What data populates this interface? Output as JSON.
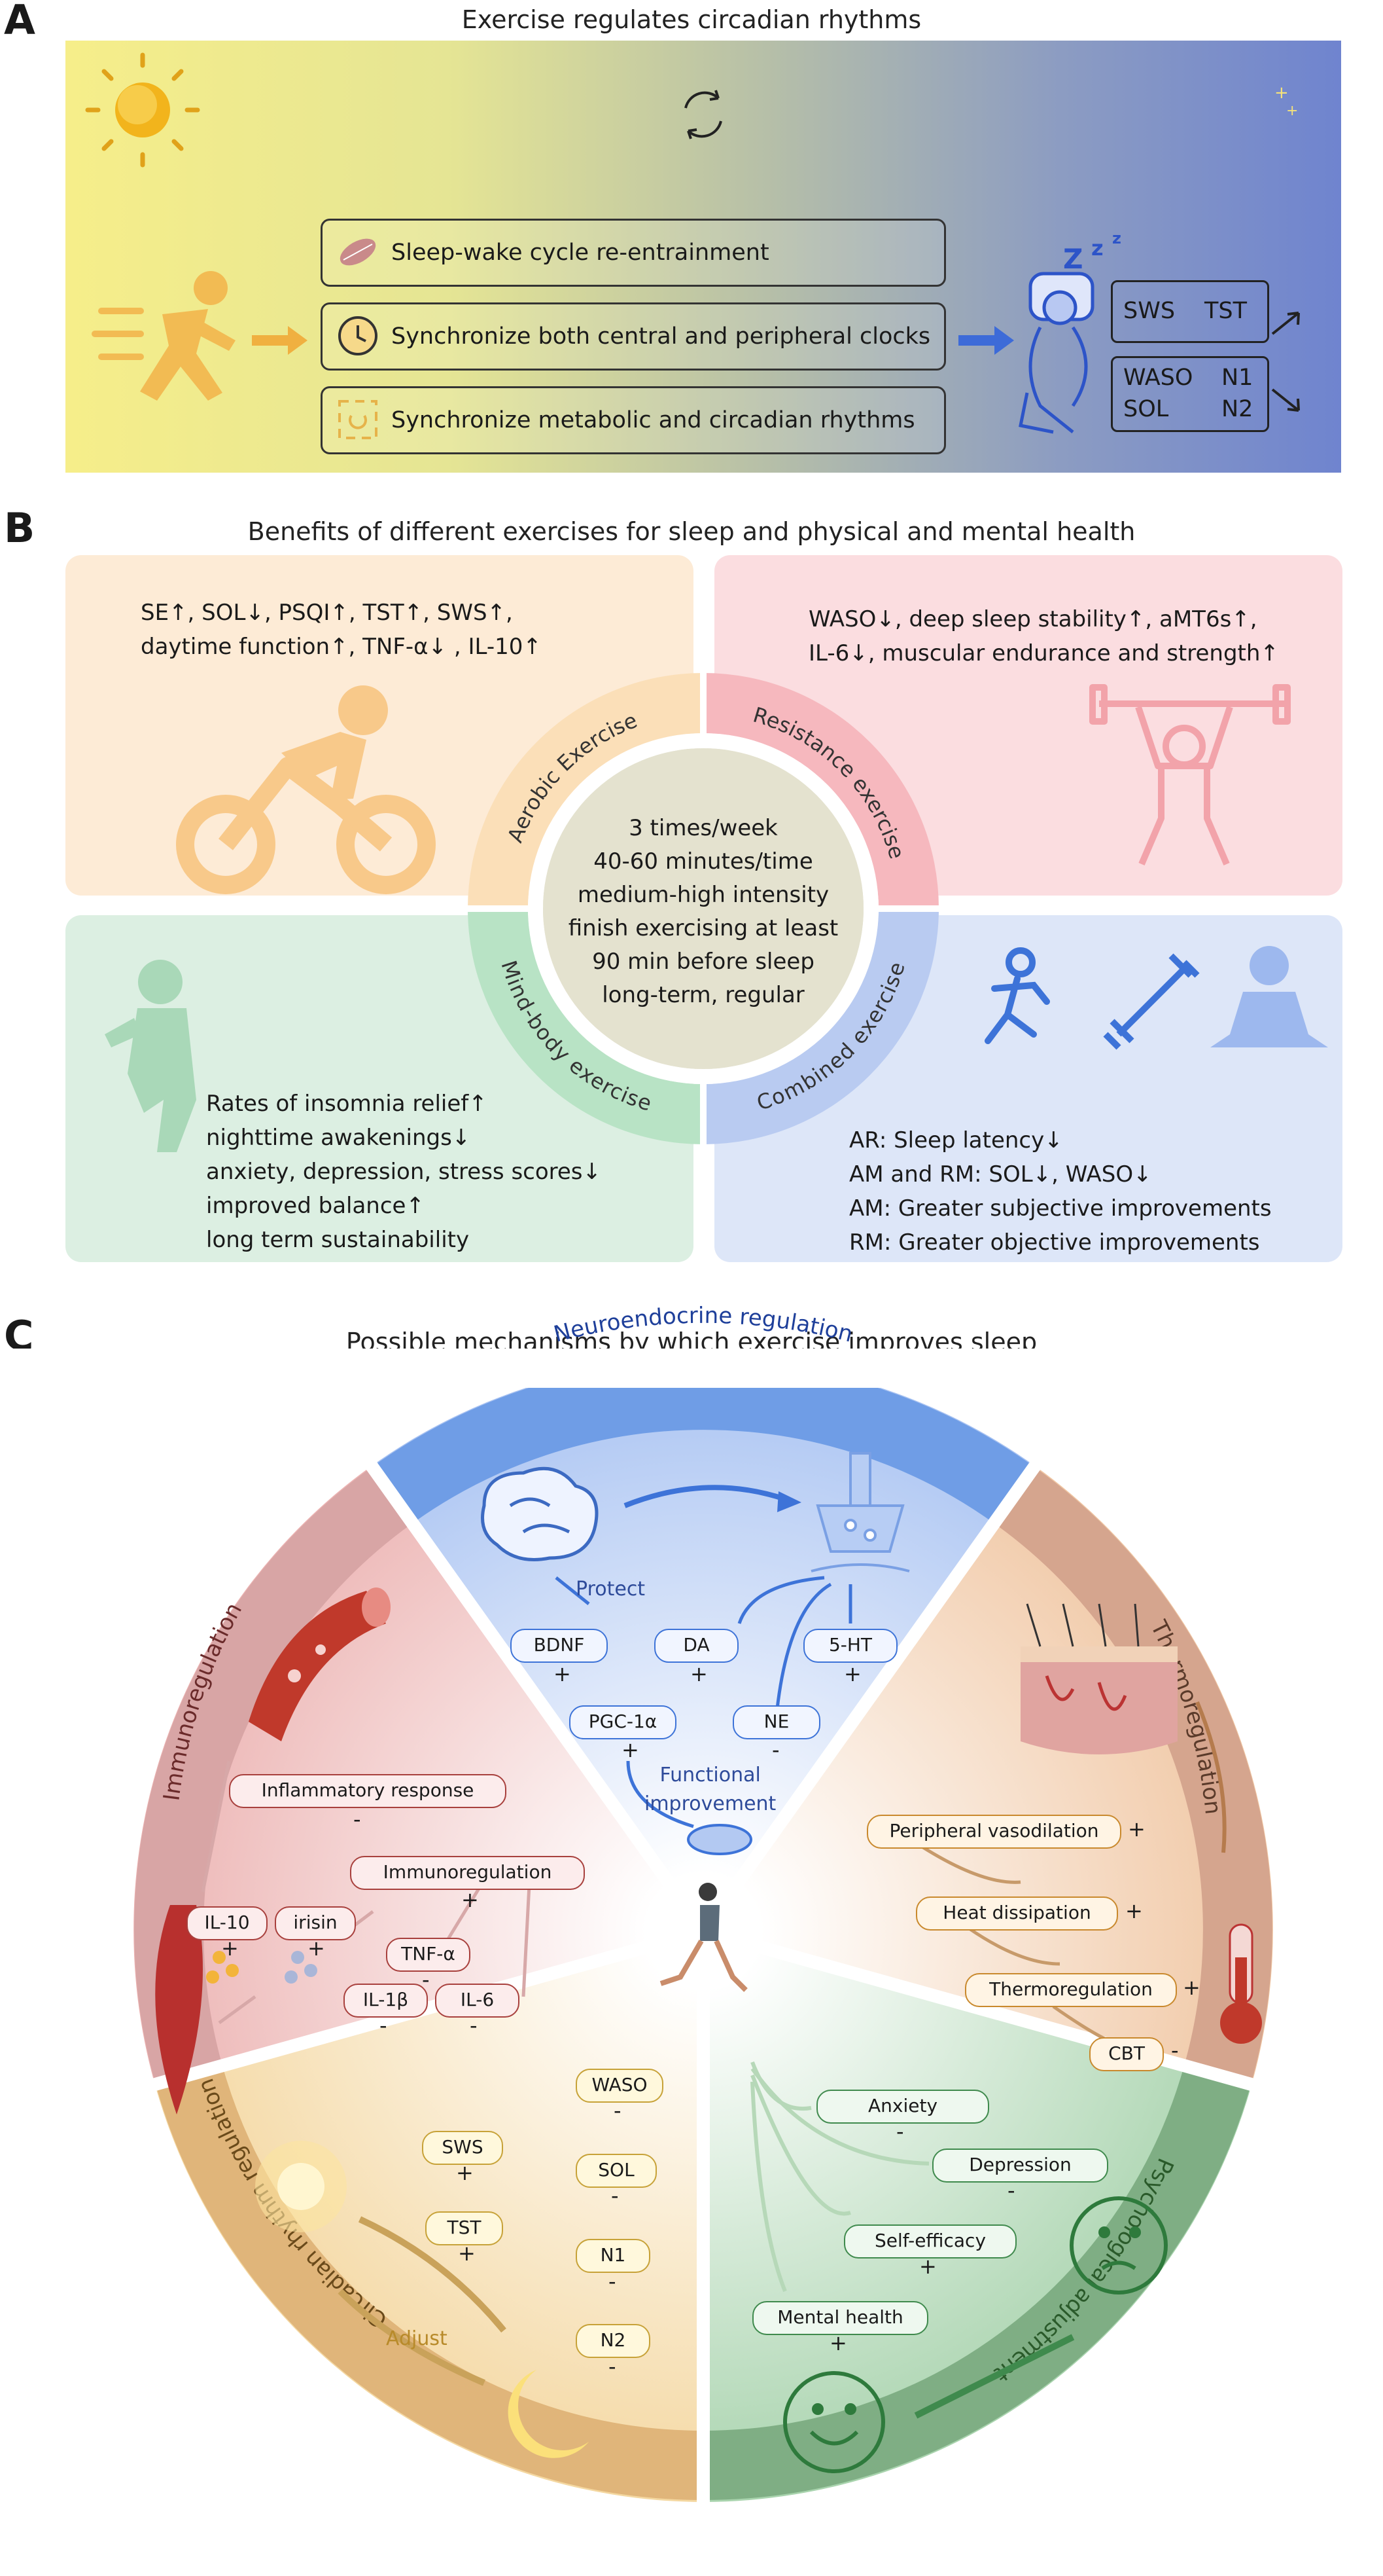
{
  "panel_a": {
    "letter": "A",
    "title": "Exercise regulates circadian rhythms",
    "boxes": [
      "Sleep-wake cycle re-entrainment",
      "Synchronize both central and peripheral clocks",
      "Synchronize metabolic and circadian rhythms"
    ],
    "out1": {
      "a": "SWS",
      "b": "TST"
    },
    "out2": {
      "a": "WASO",
      "b": "N1",
      "c": "SOL",
      "d": "N2"
    },
    "zzz": "Z z z",
    "colors": {
      "left": "#f6ee8a",
      "right": "#6f84cf"
    }
  },
  "panel_b": {
    "letter": "B",
    "title": "Benefits of different exercises for sleep and physical and mental health",
    "aerobic": {
      "label": "Aerobic Exercise",
      "lines": [
        "SE↑, SOL↓, PSQI↑, TST↑, SWS↑,",
        "daytime function↑, TNF-α↓ , IL-10↑"
      ]
    },
    "resistance": {
      "label": "Resistance exercise",
      "lines": [
        "WASO↓, deep sleep stability↑, aMT6s↑,",
        "IL-6↓, muscular endurance and strength↑"
      ]
    },
    "mindbody": {
      "label": "Mind-body exercise",
      "lines": [
        "Rates of insomnia relief↑",
        "nighttime awakenings↓",
        "anxiety, depression, stress scores↓",
        "improved balance↑",
        "long term sustainability"
      ]
    },
    "combined": {
      "label": "Combined exercise",
      "lines": [
        "AR: Sleep latency↓",
        "AM and RM: SOL↓, WASO↓",
        "AM: Greater subjective improvements",
        "RM: Greater objective improvements"
      ]
    },
    "center": [
      "3 times/week",
      "40-60 minutes/time",
      "medium-high intensity",
      "finish exercising at least",
      "90 min before sleep",
      "long-term, regular"
    ]
  },
  "panel_c": {
    "letter": "C",
    "title": "Possible mechanisms by which exercise improves sleep",
    "neuro": {
      "label": "Neuroendocrine regulation",
      "protect": "Protect",
      "bdnf": "BDNF",
      "da": "DA",
      "ht": "5-HT",
      "pgc": "PGC-1α",
      "ne": "NE",
      "functional": "Functional",
      "improvement": "improvement",
      "signs": {
        "bdnf": "+",
        "da": "+",
        "ht": "+",
        "pgc": "+",
        "ne": "-"
      }
    },
    "immuno": {
      "label": "Immunoregulation",
      "inflam": "Inflammatory response",
      "immuno": "Immunoregulation",
      "il10": "IL-10",
      "irisin": "irisin",
      "tnf": "TNF-α",
      "il1b": "IL-1β",
      "il6": "IL-6",
      "signs": {
        "inflam": "-",
        "immuno": "+",
        "il10": "+",
        "irisin": "+",
        "tnf": "-",
        "il1b": "-",
        "il6": "-"
      }
    },
    "thermo": {
      "label": "Thermoregulation",
      "vaso": "Peripheral vasodilation",
      "heat": "Heat dissipation",
      "thermo": "Thermoregulation",
      "cbt": "CBT",
      "signs": {
        "vaso": "+",
        "heat": "+",
        "thermo": "+",
        "cbt": "-"
      }
    },
    "circ": {
      "label": "Circadian rhythm regulation",
      "adjust": "Adjust",
      "waso": "WASO",
      "sws": "SWS",
      "sol": "SOL",
      "tst": "TST",
      "n1": "N1",
      "n2": "N2",
      "signs": {
        "waso": "-",
        "sws": "+",
        "sol": "-",
        "tst": "+",
        "n1": "-",
        "n2": "-"
      }
    },
    "psych": {
      "label": "Psychological adjustment",
      "anxiety": "Anxiety",
      "depression": "Depression",
      "selfeff": "Self-efficacy",
      "mental": "Mental health",
      "signs": {
        "anxiety": "-",
        "depression": "-",
        "selfeff": "+",
        "mental": "+"
      }
    }
  }
}
